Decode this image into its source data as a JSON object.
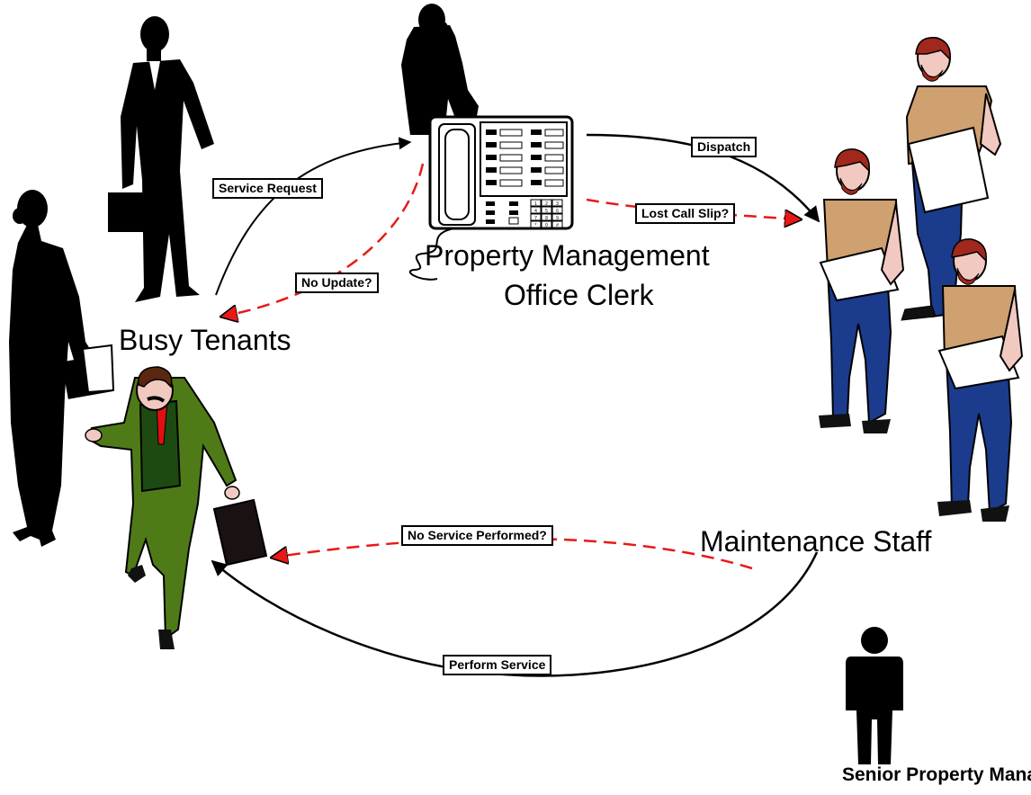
{
  "roles": {
    "tenants": "Busy Tenants",
    "clerk_line1": "Property Management",
    "clerk_line2": "Office Clerk",
    "staff": "Maintenance Staff",
    "manager": "Senior Property Manager"
  },
  "flows": {
    "service_request": "Service Request",
    "dispatch": "Dispatch",
    "lost_call_slip": "Lost Call Slip?",
    "no_update": "No Update?",
    "no_service": "No Service Performed?",
    "perform_service": "Perform Service"
  },
  "phone_keys": [
    "1",
    "2",
    "3",
    "4",
    "5",
    "6",
    "7",
    "8",
    "9",
    "*",
    "0",
    "#"
  ],
  "colors": {
    "solid_arrow": "#000000",
    "dashed_arrow": "#e81818",
    "skin": "#f2c9c0",
    "beard": "#a0281c",
    "shirt": "#cfa070",
    "jeans": "#1b3c8c",
    "suit_green": "#4f7a18",
    "vest_green": "#1d4a12",
    "silhouette": "#000000"
  }
}
